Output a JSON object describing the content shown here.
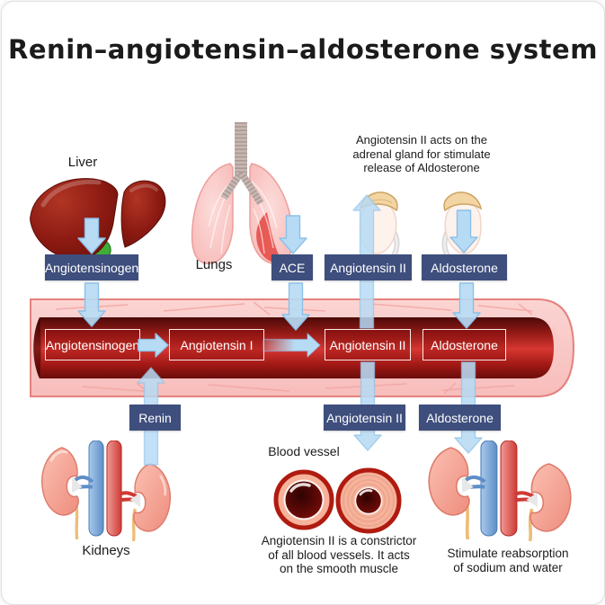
{
  "title": "Renin–angiotensin–aldosterone system",
  "organ_labels": {
    "liver": "Liver",
    "lungs": "Lungs",
    "kidneys": "Kidneys",
    "blood_vessel": "Blood vessel"
  },
  "annotations": {
    "adrenal_note": {
      "line1": "Angiotensin II acts on the",
      "line2": "adrenal gland for stimulate",
      "line3": "release of Aldosterone"
    },
    "constrictor_note": {
      "line1": "Angiotensin II is a constrictor",
      "line2": "of all blood vessels. It acts",
      "line3": "on the smooth muscle"
    },
    "reabsorption_note": {
      "line1": "Stimulate reabsorption",
      "line2": "of sodium and water"
    }
  },
  "hormone_boxes": {
    "angiotensinogen_from_liver": "Angiotensinogen",
    "ace": "ACE",
    "angiotensin_ii_to_adrenal": "Angiotensin II",
    "aldosterone_from_adrenal": "Aldosterone",
    "renin": "Renin",
    "angiotensin_ii_to_vessels": "Angiotensin II",
    "aldosterone_to_kidney": "Aldosterone"
  },
  "bloodstream_boxes": {
    "angiotensinogen": "Angiotensinogen",
    "angiotensin_i": "Angiotensin I",
    "angiotensin_ii": "Angiotensin II",
    "aldosterone": "Aldosterone"
  },
  "colors": {
    "hormone_box_bg": "#3e4e7d",
    "hormone_box_text": "#ffffff",
    "arrow_fill": "#b7dbf4",
    "arrow_stroke": "#8cc0e8",
    "vessel_wall": "#fbcfcd",
    "vessel_lumen": "#d63731",
    "title_text": "#1b1b1b"
  }
}
